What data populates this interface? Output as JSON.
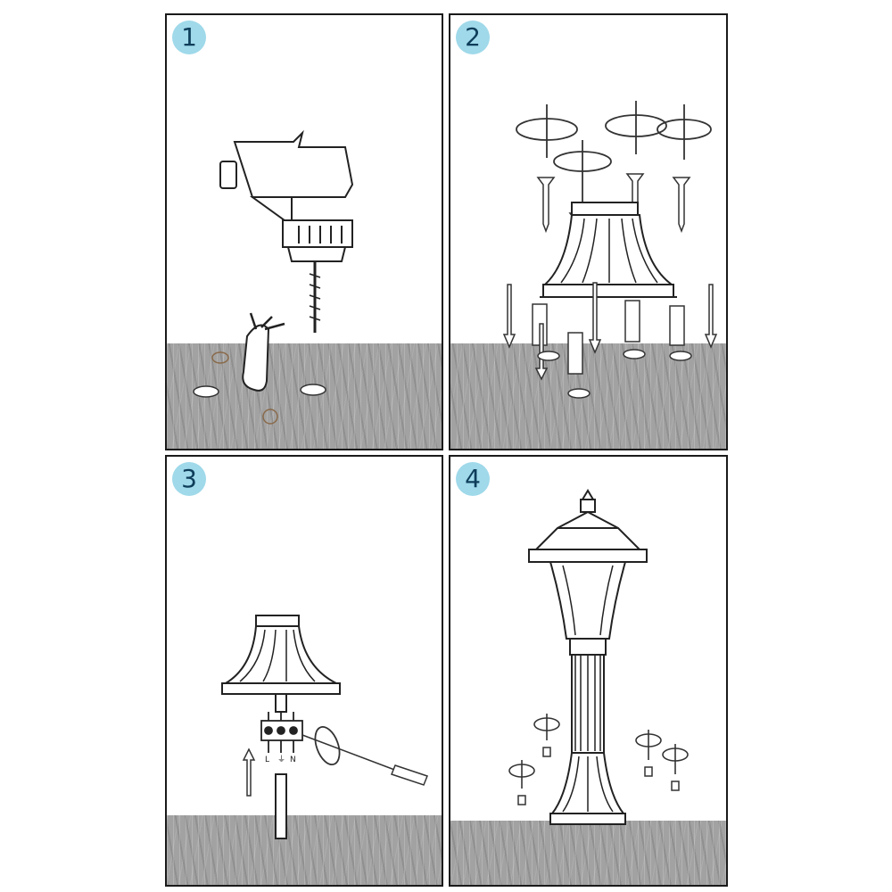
{
  "steps": [
    {
      "number": "1"
    },
    {
      "number": "2"
    },
    {
      "number": "3"
    },
    {
      "number": "4"
    }
  ],
  "wiring_labels": {
    "live": "L",
    "earth": "⏚",
    "neutral": "N"
  },
  "colors": {
    "badge_fill": "#9fd9ea",
    "badge_text": "#0e3d5a",
    "ground": "#a2a2a2",
    "outline": "#1a1a1a"
  },
  "icons": [
    "drill-icon",
    "cable-icon",
    "screw-icon",
    "wall-plug-icon",
    "rotation-arrow-icon",
    "screwdriver-icon",
    "lamp-post-icon",
    "terminal-block-icon"
  ]
}
